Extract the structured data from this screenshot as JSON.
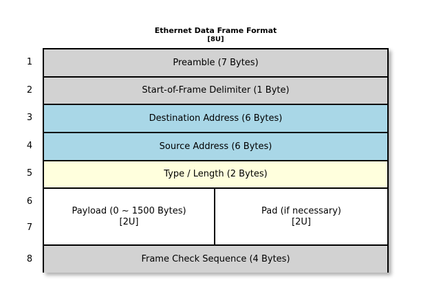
{
  "diagram": {
    "title": "Ethernet Data Frame Format",
    "subtitle": "[8U]",
    "background_color": "#ffffff",
    "border_color": "#000000",
    "colors": {
      "gray": "#d2d2d2",
      "blue": "#a9d7e7",
      "yellow": "#ffffdd",
      "white": "#ffffff"
    },
    "row_numbers": [
      "1",
      "2",
      "3",
      "4",
      "5",
      "6",
      "7",
      "8"
    ],
    "rows": [
      {
        "number": "1",
        "label": "Preamble (7 Bytes)",
        "fill": "#d2d2d2"
      },
      {
        "number": "2",
        "label": "Start-of-Frame Delimiter (1 Byte)",
        "fill": "#d2d2d2"
      },
      {
        "number": "3",
        "label": "Destination Address (6 Bytes)",
        "fill": "#a9d7e7"
      },
      {
        "number": "4",
        "label": "Source Address (6 Bytes)",
        "fill": "#a9d7e7"
      },
      {
        "number": "5",
        "label": "Type / Length (2 Bytes)",
        "fill": "#ffffdd"
      },
      {
        "number": "6-7",
        "fill": "#ffffff",
        "split": [
          {
            "label": "Payload (0 ~ 1500 Bytes)",
            "sublabel": "[2U]"
          },
          {
            "label": "Pad (if necessary)",
            "sublabel": "[2U]"
          }
        ]
      },
      {
        "number": "8",
        "label": "Frame Check Sequence (4 Bytes)",
        "fill": "#d2d2d2"
      }
    ]
  }
}
